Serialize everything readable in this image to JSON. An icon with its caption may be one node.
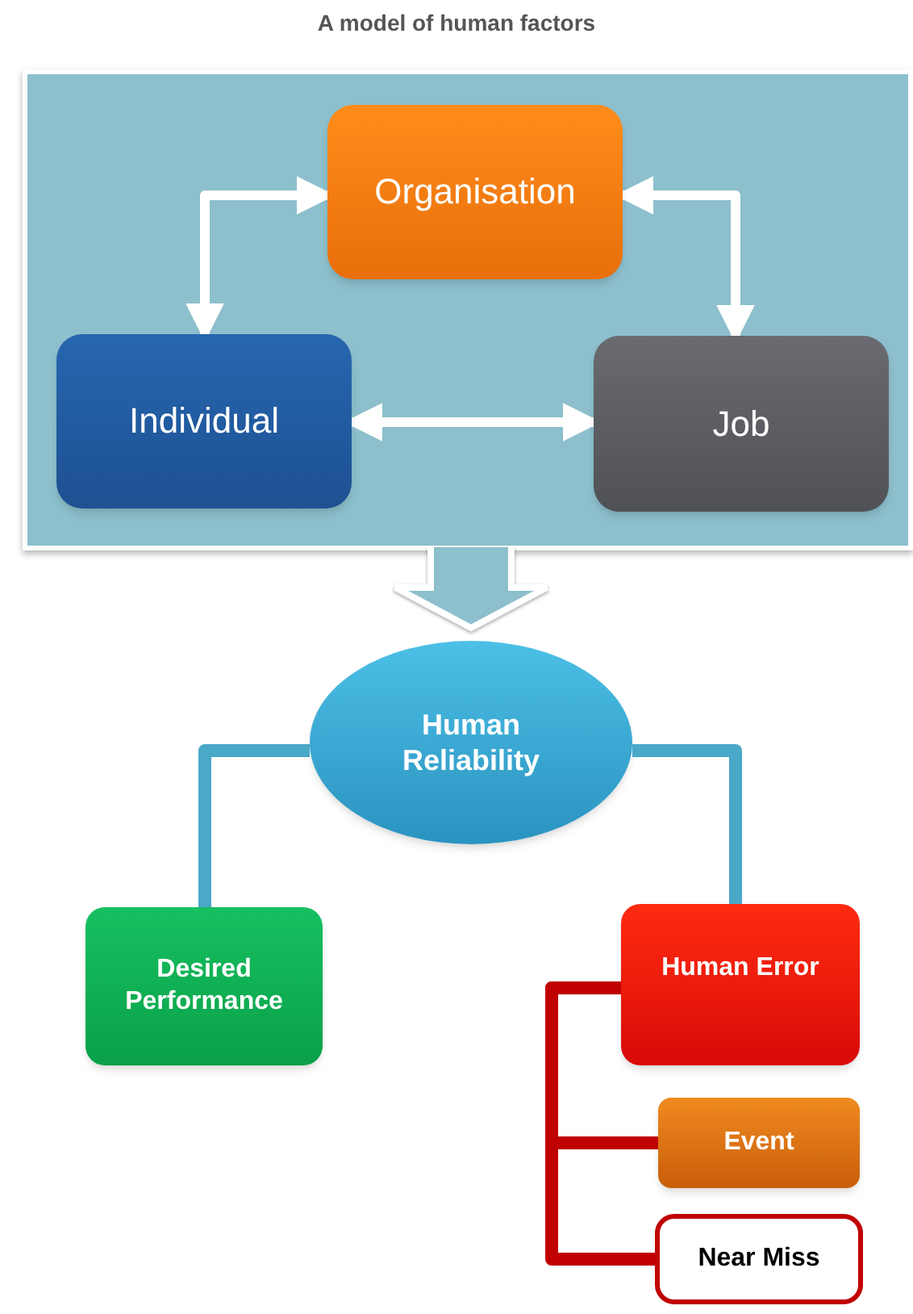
{
  "diagram": {
    "title": "A model of human factors",
    "nodes": [
      {
        "text": [],
        "shape": "box"
      },
      {
        "text": [
          "Organisation"
        ],
        "in": 0
      },
      {
        "text": [
          "Individual"
        ],
        "in": 0
      },
      {
        "text": [
          "Job"
        ],
        "in": 0
      },
      {
        "text": [
          "Human Reliability"
        ]
      },
      {
        "text": [
          "Desired Performance"
        ]
      },
      {
        "text": [
          "Human Error"
        ]
      },
      {
        "text": [
          "Event"
        ]
      },
      {
        "text": [
          "Near Miss"
        ]
      }
    ],
    "edges": [
      {
        "from": 1,
        "to": 2,
        "arrow": "both",
        "color": "#ffffff"
      },
      {
        "from": 1,
        "to": 3,
        "arrow": "both",
        "color": "#ffffff"
      },
      {
        "from": 2,
        "to": 3,
        "arrow": "both",
        "color": "#ffffff"
      },
      {
        "from": 0,
        "to": 4,
        "arrow": "to",
        "style": "thick",
        "color": "#ffffff"
      },
      {
        "from": 4,
        "to": 5,
        "arrow": "none",
        "color": "#4aa8c8"
      },
      {
        "from": 4,
        "to": 6,
        "arrow": "none",
        "color": "#4aa8c8"
      },
      {
        "from": 6,
        "to": 7,
        "arrow": "none",
        "color": "#c00000"
      },
      {
        "from": 6,
        "to": 8,
        "arrow": "none",
        "color": "#c00000"
      }
    ]
  }
}
